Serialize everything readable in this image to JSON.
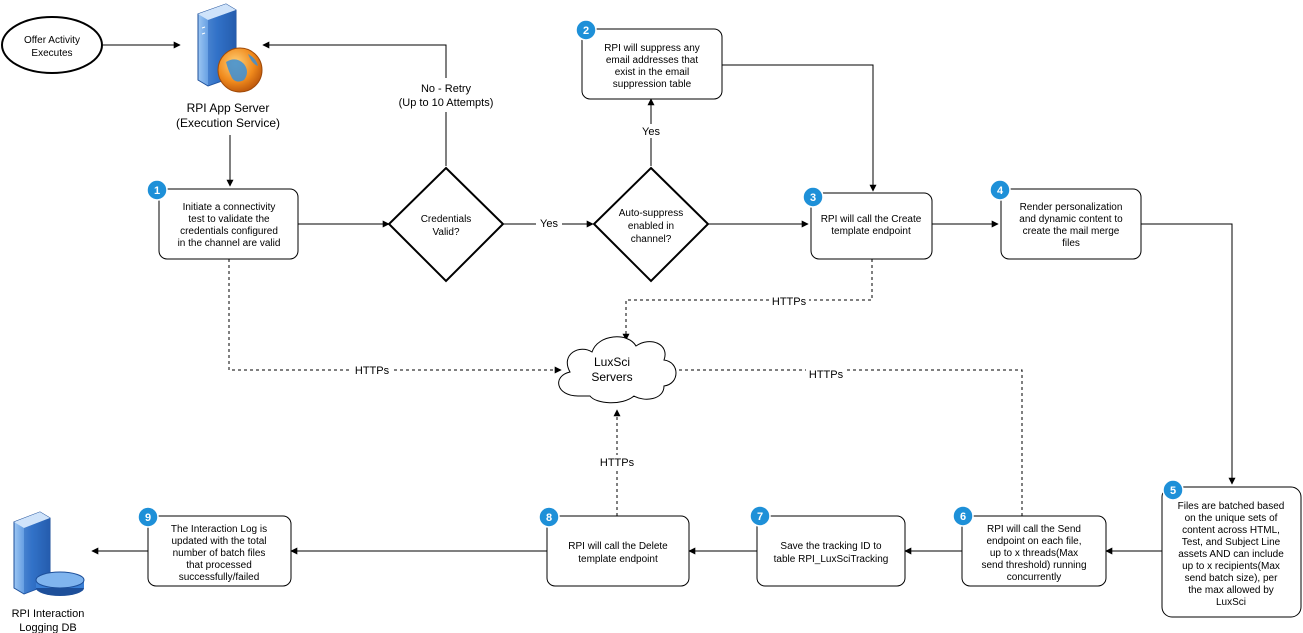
{
  "start": {
    "lines": [
      "Offer Activity",
      "Executes"
    ]
  },
  "app_server": {
    "label": [
      "RPI App Server",
      "(Execution Service)"
    ]
  },
  "db": {
    "label": [
      "RPI Interaction",
      "Logging DB"
    ]
  },
  "cloud": {
    "label": [
      "LuxSci",
      "Servers"
    ]
  },
  "decisions": {
    "credentials": [
      "Credentials",
      "Valid?"
    ],
    "autosuppress": [
      "Auto-suppress",
      "enabled in",
      "channel?"
    ]
  },
  "steps": [
    {
      "num": "1",
      "lines": [
        "Initiate a connectivity",
        "test to validate the",
        "credentials configured",
        "in the channel are valid"
      ]
    },
    {
      "num": "2",
      "lines": [
        "RPI will suppress any",
        "email addresses that",
        "exist in the email",
        "suppression table"
      ]
    },
    {
      "num": "3",
      "lines": [
        "RPI will call the Create",
        "template endpoint"
      ]
    },
    {
      "num": "4",
      "lines": [
        "Render personalization",
        "and dynamic content to",
        "create the mail merge",
        "files"
      ]
    },
    {
      "num": "5",
      "lines": [
        "Files are batched based",
        "on the unique sets of",
        "content across HTML,",
        "Test, and Subject Line",
        "assets AND can include",
        "up to x recipients(Max",
        "send batch size), per",
        "the max allowed by",
        "LuxSci"
      ]
    },
    {
      "num": "6",
      "lines": [
        "RPI will call the Send",
        "endpoint on each file,",
        "up to x threads(Max",
        "send threshold) running",
        "concurrently"
      ]
    },
    {
      "num": "7",
      "lines": [
        "Save the tracking ID to",
        "table RPI_LuxSciTracking"
      ]
    },
    {
      "num": "8",
      "lines": [
        "RPI will call the Delete",
        "template endpoint"
      ]
    },
    {
      "num": "9",
      "lines": [
        "The Interaction Log is",
        "updated with the total",
        "number of batch files",
        "that processed",
        "successfully/failed"
      ]
    }
  ],
  "edge_labels": {
    "retry": [
      "No - Retry",
      "(Up to 10 Attempts)"
    ],
    "yes_credentials": "Yes",
    "yes_autosuppress": "Yes",
    "https_step1": "HTTPs",
    "https_step3": "HTTPs",
    "https_step6": "HTTPs",
    "https_step8": "HTTPs"
  },
  "colors": {
    "badge": "#1e90d8",
    "server_blue": "#3a7fd5",
    "globe_orange": "#f08a1c",
    "db_blue": "#4a90e2"
  }
}
